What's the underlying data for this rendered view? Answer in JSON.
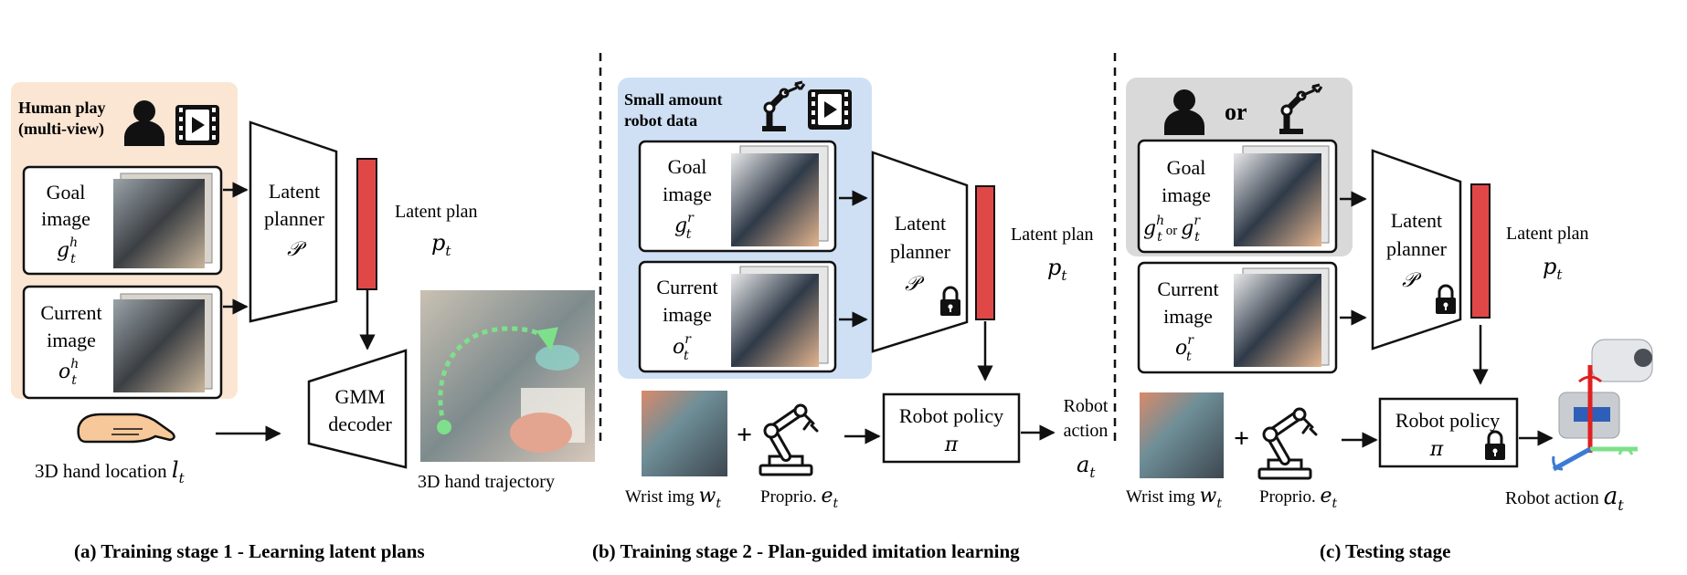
{
  "colors": {
    "human_panel": "#fbe6d3",
    "robot_panel": "#cfe0f5",
    "test_panel": "#d9d9d9",
    "plan_bar": "#e04848",
    "ink": "#111111",
    "trajectory": "#7ee08a"
  },
  "stage_a": {
    "header": [
      "Human play",
      "(multi-view)"
    ],
    "goal_image": [
      "Goal",
      "image"
    ],
    "goal_symbol": "g",
    "goal_sup": "h",
    "current_image": [
      "Current",
      "image"
    ],
    "current_symbol": "o",
    "current_sup": "h",
    "sub": "t",
    "planner": [
      "Latent",
      "planner",
      "𝒫"
    ],
    "latent_plan": "Latent plan",
    "plan_symbol": "p",
    "decoder": [
      "GMM",
      "decoder"
    ],
    "hand_location": "3D hand location ",
    "hand_symbol": "l",
    "trajectory": "3D hand trajectory",
    "caption": "(a) Training stage 1 - Learning latent plans",
    "icons": [
      "person-icon",
      "video-icon",
      "hand-icon"
    ]
  },
  "stage_b": {
    "header": [
      "Small amount",
      "robot data"
    ],
    "goal_image": [
      "Goal",
      "image"
    ],
    "goal_symbol": "g",
    "goal_sup": "r",
    "current_image": [
      "Current",
      "image"
    ],
    "current_symbol": "o",
    "current_sup": "r",
    "sub": "t",
    "planner": [
      "Latent",
      "planner",
      "𝒫"
    ],
    "latent_plan": "Latent plan",
    "plan_symbol": "p",
    "policy": [
      "Robot policy",
      "π"
    ],
    "action": [
      "Robot",
      "action"
    ],
    "action_symbol": "a",
    "wrist": "Wrist img ",
    "wrist_symbol": "w",
    "proprio": "Proprio. ",
    "proprio_symbol": "e",
    "plus": "+",
    "caption": "(b) Training stage 2 - Plan-guided imitation learning",
    "icons": [
      "robot-arm-icon",
      "video-icon",
      "lock-icon"
    ]
  },
  "stage_c": {
    "or": "or",
    "goal_image": [
      "Goal",
      "image"
    ],
    "goal_symbol_1": "g",
    "goal_sup_1": "h",
    "goal_or": "or",
    "goal_symbol_2": "g",
    "goal_sup_2": "r",
    "current_image": [
      "Current",
      "image"
    ],
    "current_symbol": "o",
    "current_sup": "r",
    "sub": "t",
    "planner": [
      "Latent",
      "planner",
      "𝒫"
    ],
    "latent_plan": "Latent plan",
    "plan_symbol": "p",
    "policy": [
      "Robot policy",
      "π"
    ],
    "action": "Robot action ",
    "action_symbol": "a",
    "wrist": "Wrist img ",
    "wrist_symbol": "w",
    "proprio": "Proprio. ",
    "proprio_symbol": "e",
    "plus": "+",
    "caption": "(c) Testing stage",
    "icons": [
      "person-icon",
      "robot-arm-icon",
      "lock-icon",
      "robot-gripper-icon"
    ]
  }
}
